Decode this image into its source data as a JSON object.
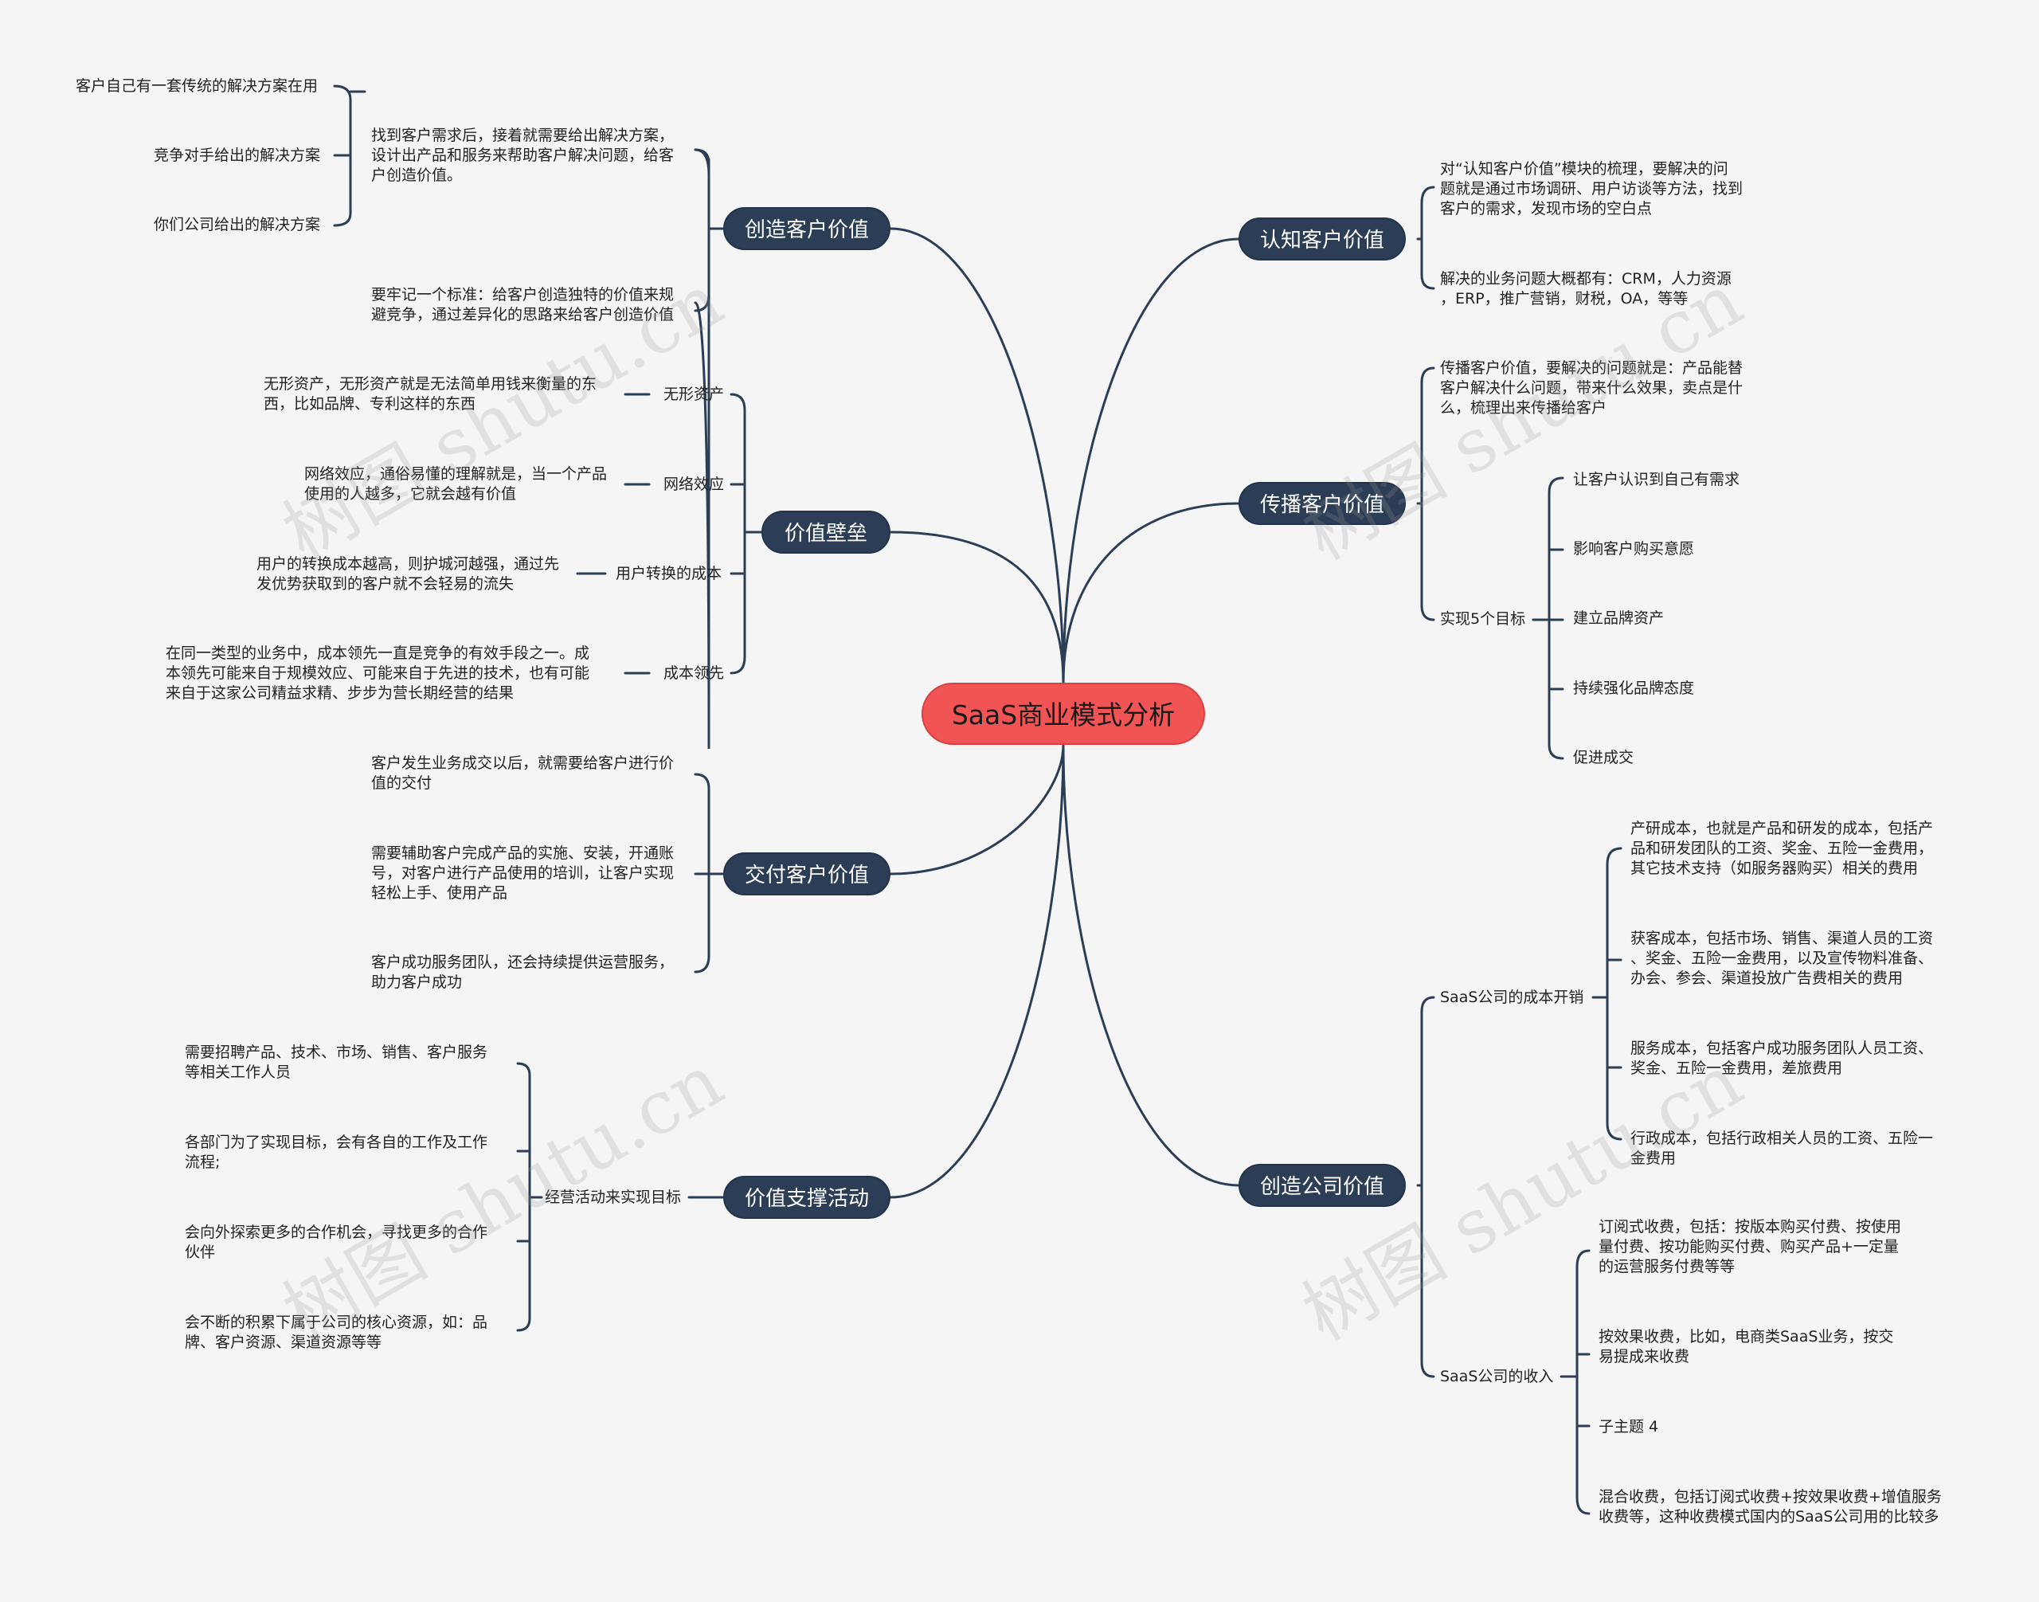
{
  "root": "SaaS商业模式分析",
  "left": {
    "create_customer_value": {
      "title": "创造客户价值",
      "intro": "找到客户需求后，接着就需要给出解决方案，\n设计出产品和服务来帮助客户解决问题，给客\n户创造价值。",
      "options": [
        "客户自己有一套传统的解决方案在用",
        "竞争对手给出的解决方案",
        "你们公司给出的解决方案"
      ],
      "standard": "要牢记一个标准：给客户创造独特的价值来规\n避竞争，通过差异化的思路来给客户创造价值"
    },
    "value_barrier": {
      "title": "价值壁垒",
      "items": [
        {
          "label": "无形资产",
          "desc": "无形资产，无形资产就是无法简单用钱来衡量的东\n西，比如品牌、专利这样的东西"
        },
        {
          "label": "网络效应",
          "desc": "网络效应，通俗易懂的理解就是，当一个产品\n使用的人越多，它就会越有价值"
        },
        {
          "label": "用户转换的成本",
          "desc": "用户的转换成本越高，则护城河越强，通过先\n发优势获取到的客户就不会轻易的流失"
        },
        {
          "label": "成本领先",
          "desc": "在同一类型的业务中，成本领先一直是竞争的有效手段之一。成\n本领先可能来自于规模效应、可能来自于先进的技术，也有可能\n来自于这家公司精益求精、步步为营长期经营的结果"
        }
      ]
    },
    "deliver_value": {
      "title": "交付客户价值",
      "items": [
        "客户发生业务成交以后，就需要给客户进行价\n值的交付",
        "需要辅助客户完成产品的实施、安装，开通账\n号，对客户进行产品使用的培训，让客户实现\n轻松上手、使用产品",
        "客户成功服务团队，还会持续提供运营服务，\n助力客户成功"
      ]
    },
    "support_activities": {
      "title": "价值支撑活动",
      "label": "经营活动来实现目标",
      "items": [
        "需要招聘产品、技术、市场、销售、客户服务\n等相关工作人员",
        "各部门为了实现目标，会有各自的工作及工作\n流程;",
        "会向外探索更多的合作机会，寻找更多的合作\n伙伴",
        "会不断的积累下属于公司的核心资源，如：品\n牌、客户资源、渠道资源等等"
      ]
    }
  },
  "right": {
    "recognize_value": {
      "title": "认知客户价值",
      "items": [
        "对“认知客户价值”模块的梳理，要解决的问\n题就是通过市场调研、用户访谈等方法，找到\n客户的需求，发现市场的空白点",
        "解决的业务问题大概都有：CRM，人力资源\n，ERP，推广营销，财税，OA，等等"
      ]
    },
    "spread_value": {
      "title": "传播客户价值",
      "intro": "传播客户价值，要解决的问题就是：产品能替\n客户解决什么问题，带来什么效果，卖点是什\n么，梳理出来传播给客户",
      "goal_label": "实现5个目标",
      "goals": [
        "让客户认识到自己有需求",
        "影响客户购买意愿",
        "建立品牌资产",
        "持续强化品牌态度",
        "促进成交"
      ]
    },
    "company_value": {
      "title": "创造公司价值",
      "cost_label": "SaaS公司的成本开销",
      "costs": [
        "产研成本，也就是产品和研发的成本，包括产\n品和研发团队的工资、奖金、五险一金费用，\n其它技术支持（如服务器购买）相关的费用",
        "获客成本，包括市场、销售、渠道人员的工资\n、奖金、五险一金费用，以及宣传物料准备、\n办会、参会、渠道投放广告费相关的费用",
        "服务成本，包括客户成功服务团队人员工资、\n奖金、五险一金费用，差旅费用",
        "行政成本，包括行政相关人员的工资、五险一\n金费用"
      ],
      "income_label": "SaaS公司的收入",
      "incomes": [
        "订阅式收费，包括：按版本购买付费、按使用\n量付费、按功能购买付费、购买产品+一定量\n的运营服务付费等等",
        "按效果收费，比如，电商类SaaS业务，按交\n易提成来收费",
        "子主题 4",
        "混合收费，包括订阅式收费+按效果收费+增值服务\n收费等，这种收费模式国内的SaaS公司用的比较多"
      ]
    }
  },
  "watermark": "树图 shutu.cn",
  "colors": {
    "root": "#f05454",
    "node": "#2c3e55",
    "line": "#2c3e55",
    "background": "#f5f5f5"
  }
}
